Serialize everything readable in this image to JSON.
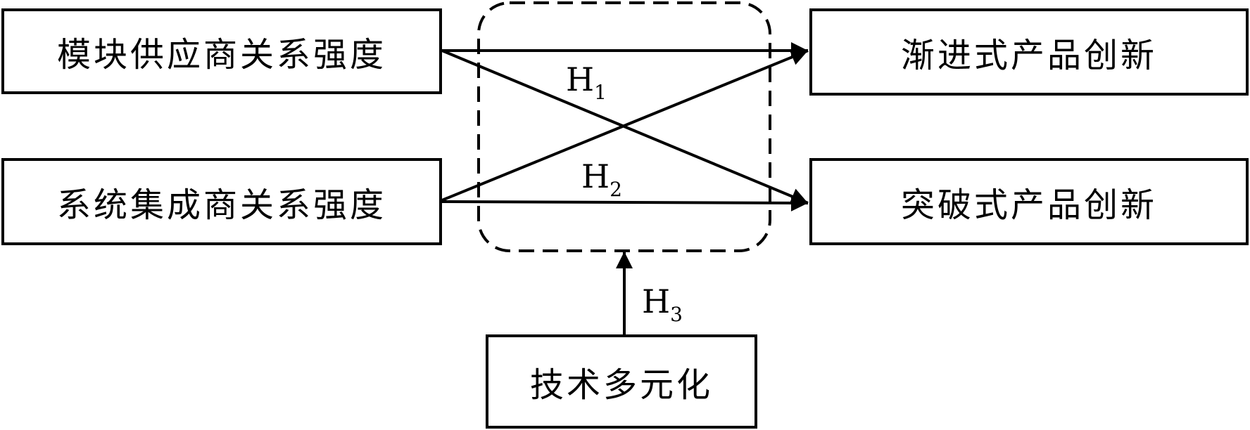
{
  "nodes": {
    "module_supplier": "模块供应商关系强度",
    "system_integrator": "系统集成商关系强度",
    "incremental": "渐进式产品创新",
    "radical": "突破式产品创新",
    "tech_diversification": "技术多元化"
  },
  "hypotheses": {
    "h1": {
      "main": "H",
      "sub": "1"
    },
    "h2": {
      "main": "H",
      "sub": "2"
    },
    "h3": {
      "main": "H",
      "sub": "3"
    }
  }
}
